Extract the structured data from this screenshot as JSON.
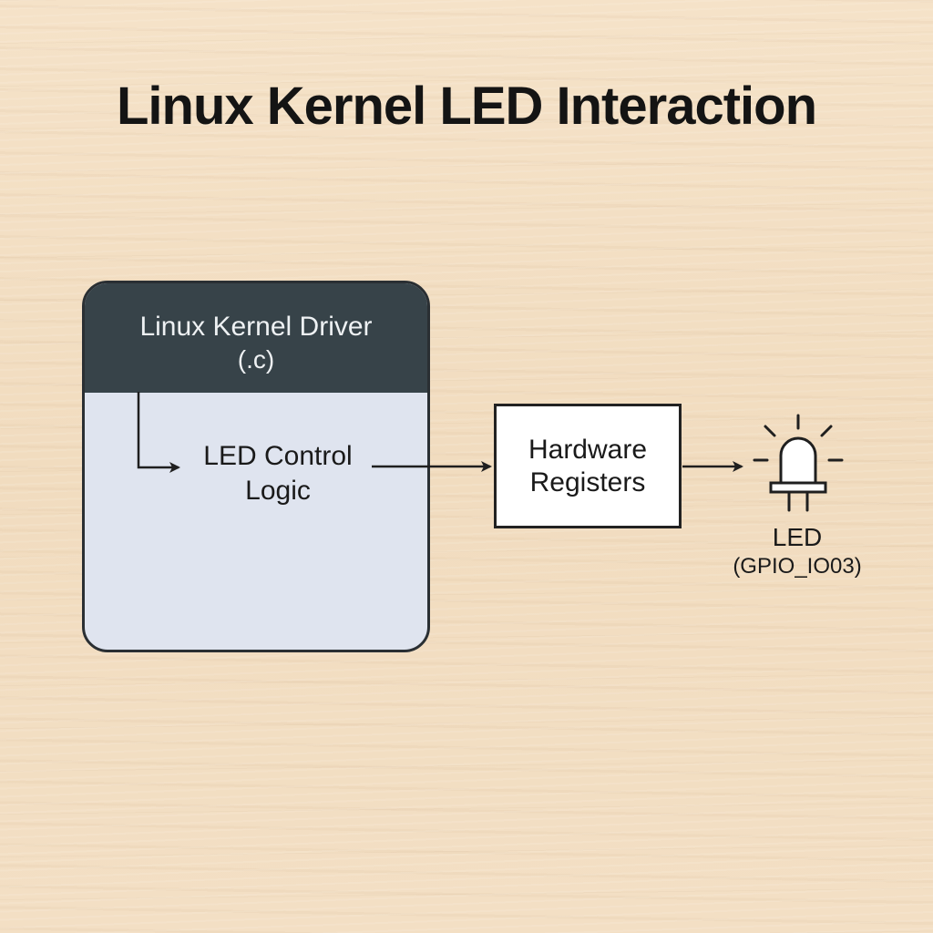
{
  "title": "Linux Kernel LED Interaction",
  "driver": {
    "title": "Linux Kernel Driver",
    "subtitle": "(.c)",
    "logic_line1": "LED Control",
    "logic_line2": "Logic"
  },
  "hardware": {
    "line1": "Hardware",
    "line2": "Registers"
  },
  "led": {
    "name": "LED",
    "pin": "(GPIO_IO03)"
  },
  "icons": {
    "led": "led-icon",
    "arrow": "arrow-right-icon"
  },
  "colors": {
    "background": "#f3dfc3",
    "driver_header": "#374349",
    "driver_body": "#dfe4ef",
    "outline": "#222222",
    "text": "#141414"
  }
}
